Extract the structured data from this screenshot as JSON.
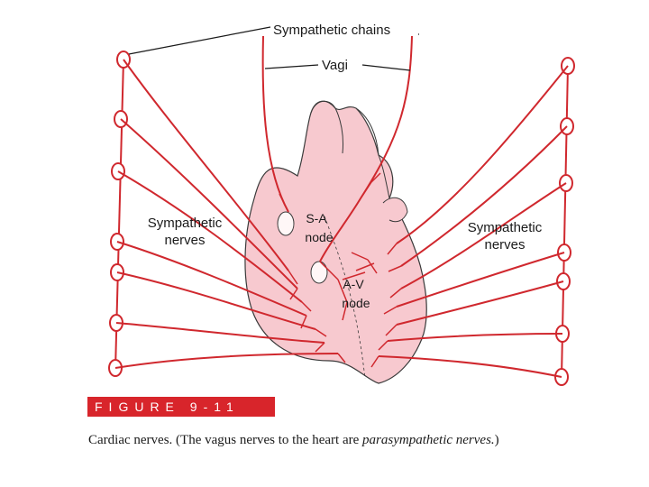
{
  "labels": {
    "sympathetic_chains": "Sympathetic chains",
    "vagi": "Vagi",
    "sympathetic_nerves_left": "Sympathetic nerves",
    "sympathetic_nerves_right": "Sympathetic nerves",
    "sa_node": "S-A node",
    "av_node": "A-V node"
  },
  "figure": {
    "label": "FIGURE 9-11",
    "caption_main": "Cardiac nerves. (The vagus nerves to the heart are ",
    "caption_italic": "parasympathetic nerves.",
    "caption_end": ")"
  },
  "colors": {
    "nerve": "#d0282e",
    "heart_fill": "#f7c9cf",
    "heart_stroke": "#3a3a3a",
    "figure_bar": "#d8252b"
  }
}
